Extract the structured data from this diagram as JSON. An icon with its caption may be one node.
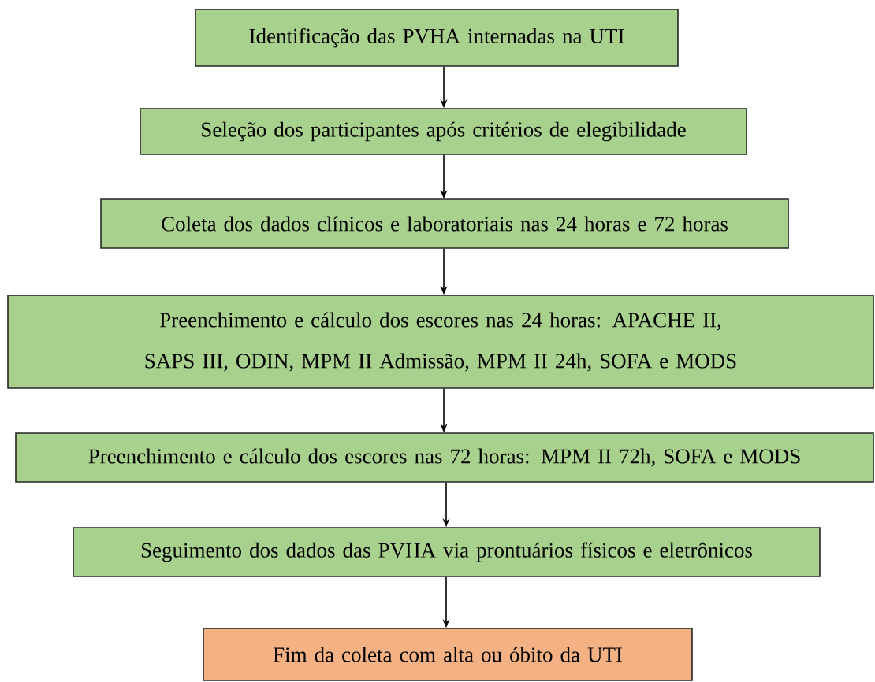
{
  "diagram": {
    "nodes": [
      {
        "text": [
          "Identificação das PVHA internadas na UTI"
        ]
      },
      {
        "text": [
          "Seleção dos participantes após critérios de elegibilidade"
        ]
      },
      {
        "text": [
          "Coleta dos dados clínicos e laboratoriais nas 24 horas e 72 horas"
        ]
      },
      {
        "text": [
          "Preenchimento e cálculo dos escores nas 24 horas: APACHE II, SAPS III, ODIN, MPM II Admissão, MPM II 24h, SOFA e MODS"
        ]
      },
      {
        "text": [
          "Preenchimento e cálculo dos escores nas 72 horas: MPM II 72h, SOFA e MODS"
        ]
      },
      {
        "text": [
          "Seguimento dos dados das PVHA via prontuários físicos e eletrônicos"
        ]
      },
      {
        "text": [
          "Fim da coleta com alta ou óbito da UTI"
        ]
      }
    ],
    "edges": [
      {
        "from": 0,
        "to": 1,
        "arrow": "to"
      },
      {
        "from": 1,
        "to": 2,
        "arrow": "to"
      },
      {
        "from": 2,
        "to": 3,
        "arrow": "to"
      },
      {
        "from": 3,
        "to": 4,
        "arrow": "to"
      },
      {
        "from": 4,
        "to": 5,
        "arrow": "to"
      },
      {
        "from": 5,
        "to": 6,
        "arrow": "to"
      }
    ]
  }
}
